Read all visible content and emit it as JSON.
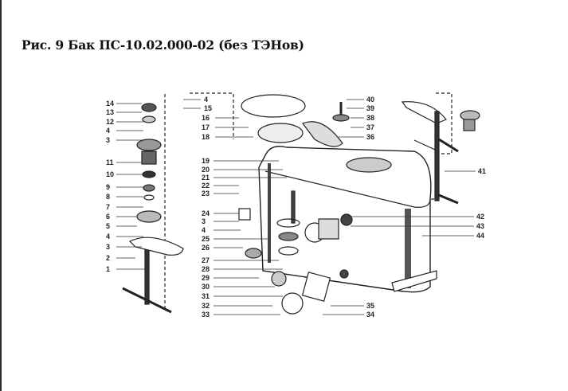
{
  "title": "Рис. 9 Бак ПС-10.02.000-02 (без ТЭНов)",
  "figure": {
    "left_assembly_labels": [
      "14",
      "13",
      "12",
      "4",
      "3",
      "11",
      "10",
      "9",
      "8",
      "7",
      "6",
      "5",
      "4",
      "3",
      "2",
      "1",
      "4",
      "15"
    ],
    "center_labels": [
      "16",
      "17",
      "18",
      "19",
      "20",
      "21",
      "22",
      "23",
      "24",
      "3",
      "4",
      "25",
      "26",
      "27",
      "28",
      "29",
      "30",
      "31",
      "32",
      "33"
    ],
    "right_labels": [
      "40",
      "39",
      "38",
      "37",
      "36",
      "35",
      "34",
      "41",
      "42",
      "43",
      "44"
    ]
  }
}
